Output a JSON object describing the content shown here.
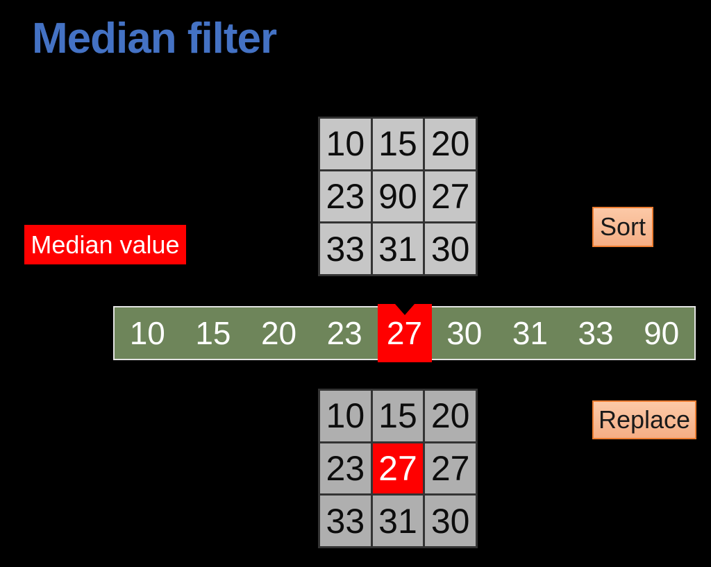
{
  "title": "Median filter",
  "labels": {
    "median_value": "Median value",
    "sort": "Sort",
    "replace": "Replace"
  },
  "chart_data": {
    "type": "table",
    "top_grid": {
      "description": "3x3 input neighborhood window",
      "rows": [
        [
          "10",
          "15",
          "20"
        ],
        [
          "23",
          "90",
          "27"
        ],
        [
          "33",
          "31",
          "30"
        ]
      ]
    },
    "sorted_bar": {
      "description": "sorted neighborhood values, median highlighted",
      "values": [
        "10",
        "15",
        "20",
        "23",
        "27",
        "30",
        "31",
        "33",
        "90"
      ],
      "highlight_index": 4,
      "highlight_value": "27"
    },
    "bottom_grid": {
      "description": "3x3 output window with center replaced by median",
      "rows": [
        [
          "10",
          "15",
          "20"
        ],
        [
          "23",
          "27",
          "27"
        ],
        [
          "33",
          "31",
          "30"
        ]
      ],
      "highlight": {
        "row": 1,
        "col": 1
      }
    }
  },
  "colors": {
    "background": "#000000",
    "title_blue": "#4472C4",
    "cell_gray_top": "#C6C6C6",
    "cell_gray_bottom": "#AFAFAF",
    "grid_border": "#333333",
    "grid_text": "#0D0D0D",
    "highlight_red": "#FF0000",
    "bar_green": "#6E855A",
    "bar_border": "#E3E3E3",
    "bar_text": "#FFFFFF",
    "peach_fill": "#F5AE85",
    "peach_fill_light": "#FCC9A7",
    "peach_border": "#ED7D31",
    "label_text_dark": "#1A1A1A",
    "median_label_text": "#FFFFFF"
  }
}
